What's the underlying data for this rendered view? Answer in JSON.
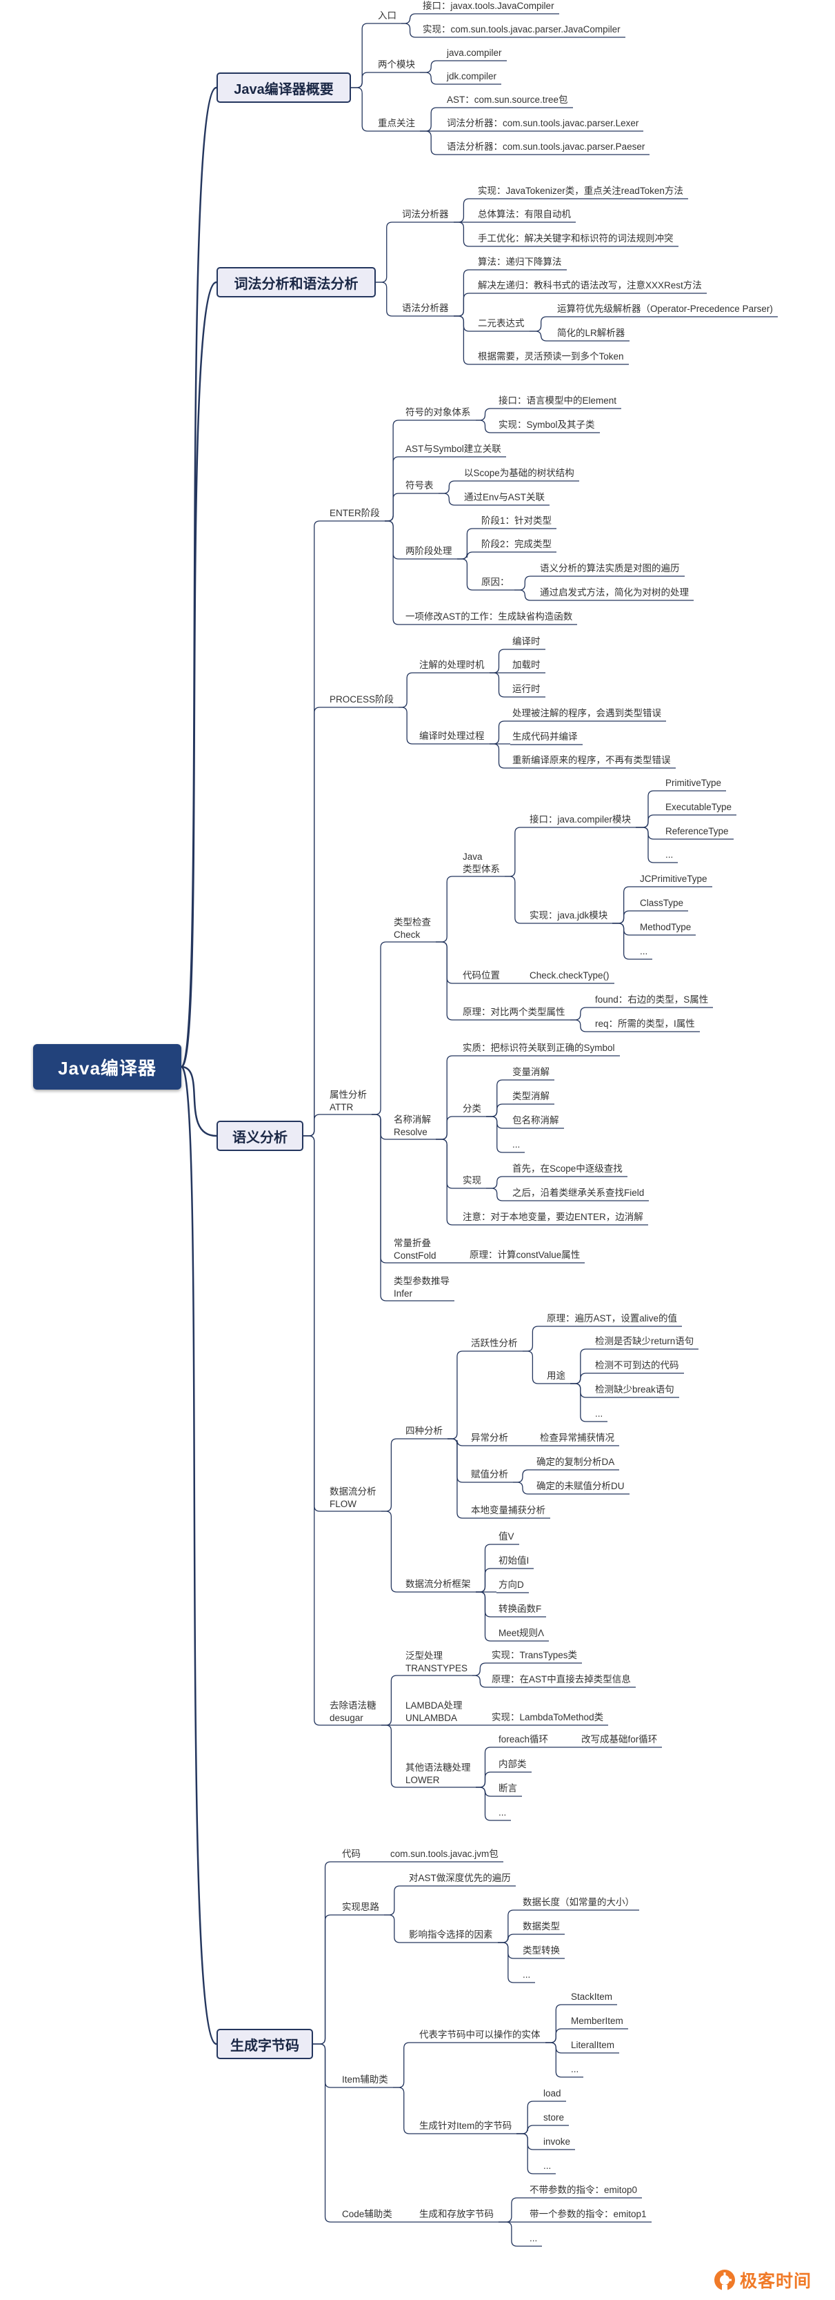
{
  "title": "Java编译器",
  "branches": {
    "overview": "Java编译器概要",
    "lexsyn": "词法分析和语法分析",
    "semantic": "语义分析",
    "bytecode": "生成字节码"
  },
  "brand": {
    "text": "极客时间",
    "color": "#f07a28"
  },
  "colors": {
    "root": "#22427b",
    "line": "#24365e",
    "branch_fill": "#ececf6"
  },
  "t": {
    "ov_entry": "入口",
    "ov_e1": "接口：javax.tools.JavaCompiler",
    "ov_e2": "实现：com.sun.tools.javac.parser.JavaCompiler",
    "ov_mod": "两个模块",
    "ov_m1": "java.compiler",
    "ov_m2": "jdk.compiler",
    "ov_focus": "重点关注",
    "ov_f1": "AST：com.sun.source.tree包",
    "ov_f2": "词法分析器：com.sun.tools.javac.parser.Lexer",
    "ov_f3": "语法分析器：com.sun.tools.javac.parser.Paeser",
    "ls_lex": "词法分析器",
    "ls_l1": "实现：JavaTokenizer类，重点关注readToken方法",
    "ls_l2": "总体算法：有限自动机",
    "ls_l3": "手工优化：解决关键字和标识符的词法规则冲突",
    "ls_syn": "语法分析器",
    "ls_s1": "算法：递归下降算法",
    "ls_s2": "解决左递归：教科书式的语法改写，注意XXXRest方法",
    "ls_s3": "二元表达式",
    "ls_s3a": "运算符优先级解析器（Operator-Precedence Parser)",
    "ls_s3b": "简化的LR解析器",
    "ls_s4": "根据需要，灵活预读一到多个Token",
    "en": "ENTER阶段",
    "en_a": "符号的对象体系",
    "en_a1": "接口：语言模型中的Element",
    "en_a2": "实现：Symbol及其子类",
    "en_b": "AST与Symbol建立关联",
    "en_c": "符号表",
    "en_c1": "以Scope为基础的树状结构",
    "en_c2": "通过Env与AST关联",
    "en_d": "两阶段处理",
    "en_d1": "阶段1：针对类型",
    "en_d2": "阶段2：完成类型",
    "en_d3": "原因：",
    "en_d3a": "语义分析的算法实质是对图的遍历",
    "en_d3b": "通过启发式方法，简化为对树的处理",
    "en_e": "一项修改AST的工作：生成缺省构造函数",
    "pr": "PROCESS阶段",
    "pr_a": "注解的处理时机",
    "pr_a1": "编译时",
    "pr_a2": "加载时",
    "pr_a3": "运行时",
    "pr_b": "编译时处理过程",
    "pr_b1": "处理被注解的程序，会遇到类型错误",
    "pr_b2": "生成代码并编译",
    "pr_b3": "重新编译原来的程序，不再有类型错误",
    "at": "属性分析\nATTR",
    "at_chk": "类型检查\nCheck",
    "at_jts": "Java\n类型体系",
    "at_if": "接口：java.compiler模块",
    "at_if1": "PrimitiveType",
    "at_if2": "ExecutableType",
    "at_if3": "ReferenceType",
    "at_if4": "...",
    "at_im": "实现：java.jdk模块",
    "at_im1": "JCPrimitiveType",
    "at_im2": "ClassType",
    "at_im3": "MethodType",
    "at_im4": "...",
    "at_loc": "代码位置",
    "at_loc1": "Check.checkType()",
    "at_pr": "原理：对比两个类型属性",
    "at_pr1": "found：右边的类型，S属性",
    "at_pr2": "req：所需的类型，I属性",
    "at_res": "名称消解\nResolve",
    "at_res_a": "实质：把标识符关联到正确的Symbol",
    "at_res_b": "分类",
    "at_res_b1": "变量消解",
    "at_res_b2": "类型消解",
    "at_res_b3": "包名称消解",
    "at_res_b4": "...",
    "at_res_c": "实现",
    "at_res_c1": "首先，在Scope中逐级查找",
    "at_res_c2": "之后，沿着类继承关系查找Field",
    "at_res_d": "注意：对于本地变量，要边ENTER，边消解",
    "at_cf": "常量折叠\nConstFold",
    "at_cf1": "原理：计算constValue属性",
    "at_inf": "类型参数推导\nInfer",
    "fl": "数据流分析\nFLOW",
    "fl_4": "四种分析",
    "fl_live": "活跃性分析",
    "fl_live1": "原理：遍历AST，设置alive的值",
    "fl_use": "用途",
    "fl_use1": "检测是否缺少return语句",
    "fl_use2": "检测不可到达的代码",
    "fl_use3": "检测缺少break语句",
    "fl_use4": "...",
    "fl_exc": "异常分析",
    "fl_exc1": "检查异常捕获情况",
    "fl_as": "赋值分析",
    "fl_as1": "确定的复制分析DA",
    "fl_as2": "确定的未赋值分析DU",
    "fl_lc": "本地变量捕获分析",
    "fl_fw": "数据流分析框架",
    "fl_fw1": "值V",
    "fl_fw2": "初始值I",
    "fl_fw3": "方向D",
    "fl_fw4": "转换函数F",
    "fl_fw5": "Meet规则Λ",
    "ds": "去除语法糖\ndesugar",
    "ds_a": "泛型处理\nTRANSTYPES",
    "ds_a1": "实现：TransTypes类",
    "ds_a2": "原理：在AST中直接去掉类型信息",
    "ds_b": "LAMBDA处理\nUNLAMBDA",
    "ds_b1": "实现：LambdaToMethod类",
    "ds_c": "其他语法糖处理\nLOWER",
    "ds_c1": "foreach循环",
    "ds_c1a": "改写成基础for循环",
    "ds_c2": "内部类",
    "ds_c3": "断言",
    "ds_c4": "...",
    "bc_code": "代码",
    "bc_code1": "com.sun.tools.javac.jvm包",
    "bc_idea": "实现思路",
    "bc_idea1": "对AST做深度优先的遍历",
    "bc_idea2": "影响指令选择的因素",
    "bc_idea2a": "数据长度（如常量的大小）",
    "bc_idea2b": "数据类型",
    "bc_idea2c": "类型转换",
    "bc_idea2d": "...",
    "bc_item": "Item辅助类",
    "bc_item1": "代表字节码中可以操作的实体",
    "bc_item1a": "StackItem",
    "bc_item1b": "MemberItem",
    "bc_item1c": "LiteralItem",
    "bc_item1d": "...",
    "bc_item2": "生成针对Item的字节码",
    "bc_item2a": "load",
    "bc_item2b": "store",
    "bc_item2c": "invoke",
    "bc_item2d": "...",
    "bc_cg": "Code辅助类",
    "bc_cg1": "生成和存放字节码",
    "bc_cg1a": "不带参数的指令：emitop0",
    "bc_cg1b": "带一个参数的指令：emitop1",
    "bc_cg1c": "..."
  }
}
